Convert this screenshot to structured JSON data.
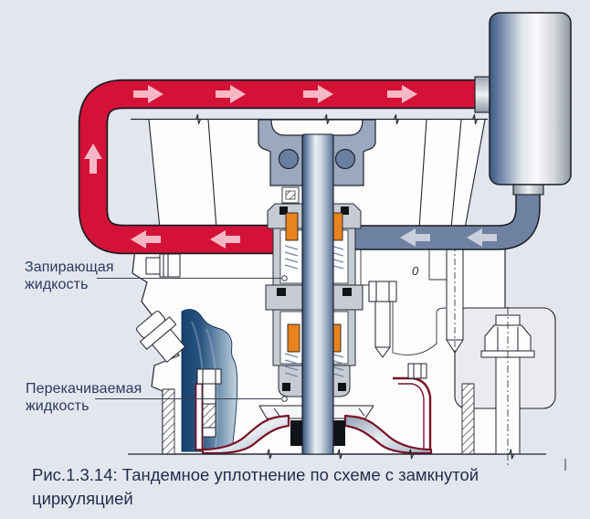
{
  "figure": {
    "caption": "Рис.1.3.14: Тандемное уплотнение по схеме с замкнутой циркуляцией"
  },
  "labels": {
    "barrier_fluid_line1": "Запирающая",
    "barrier_fluid_line2": "жидкость",
    "pumped_fluid_line1": "Перекачиваемая",
    "pumped_fluid_line2": "жидкость"
  },
  "diagram": {
    "zero_mark": "0",
    "barrier_loop": {
      "description": "closed circulation pipe of barrier fluid from seal chamber up and into reservoir",
      "pipe_color": "#d41238",
      "arrow_color": "#f6b8c4",
      "arrow_directions": [
        "left along lower run",
        "up on left riser",
        "right along top run"
      ]
    },
    "return_line": {
      "description": "return pipe from reservoir back to seal chamber",
      "pipe_color": "#6f81a1",
      "arrow_color": "#c9d0dc",
      "arrow_directions": [
        "left toward seal chamber"
      ]
    },
    "colors": {
      "background": "#e4e6ee",
      "pumped_fluid_blue": "#1c4a7a",
      "seal_orange": "#e8831d",
      "impeller_outline_red": "#7a1226",
      "reservoir_metal_dark": "#3d5781",
      "label_text": "#2a3a5e"
    }
  }
}
